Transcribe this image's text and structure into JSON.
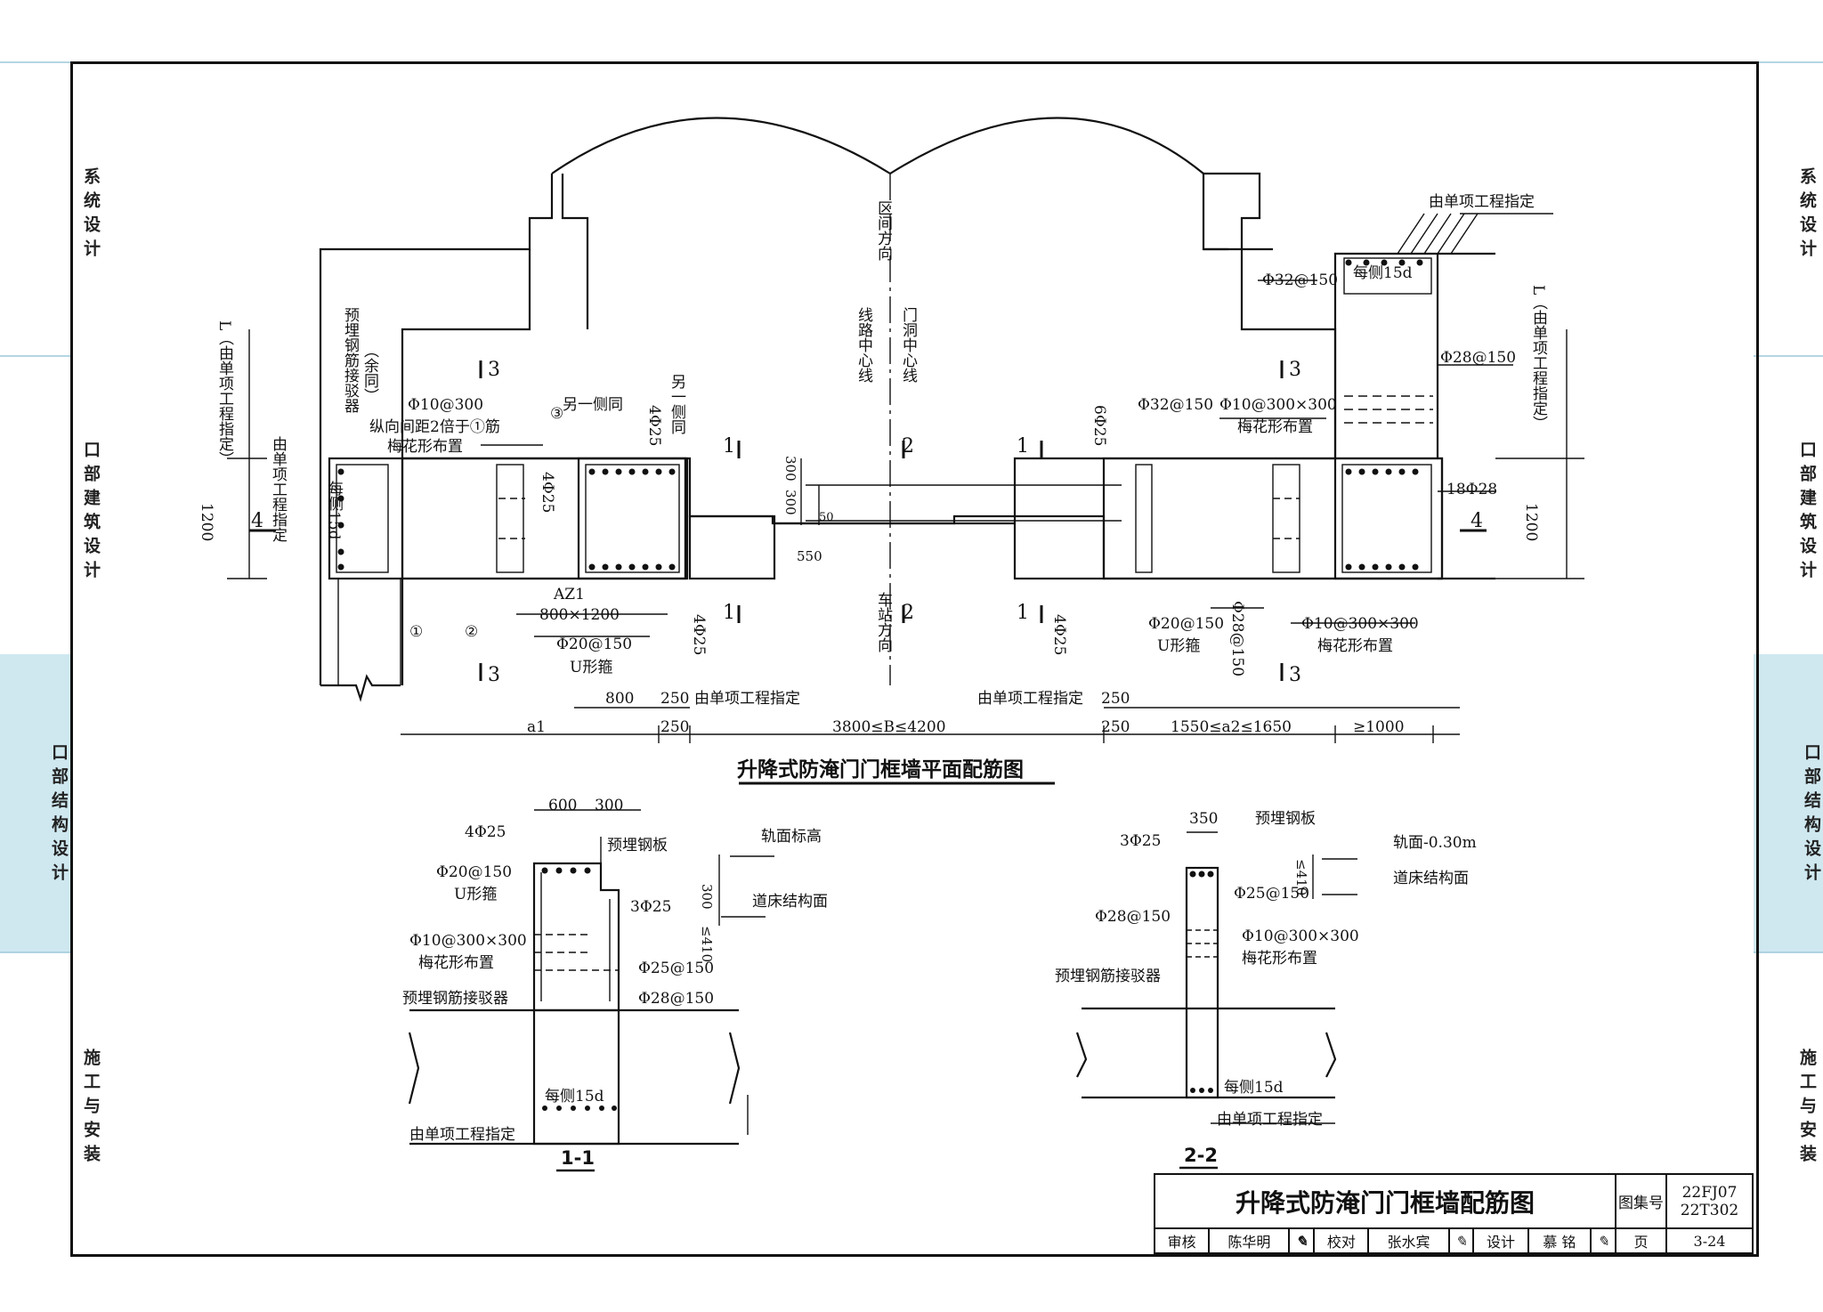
{
  "side_tabs_left": [
    "系统设计",
    "口部建筑设计",
    "口部结构设计",
    "施工与安装"
  ],
  "side_tabs_right": [
    "系统设计",
    "口部建筑设计",
    "口部结构设计",
    "施工与安装"
  ],
  "active_tab_index": 2,
  "colors": {
    "active_tab": "#cfe8f0",
    "line": "#111111"
  },
  "plan": {
    "title": "升降式防淹门门框墙平面配筋图",
    "labels": {
      "by_project_top": "由单项工程指定",
      "each_side_15d_top": "每侧15d",
      "bar_32_150_top": "Φ32@150",
      "bar_28_150_right": "Φ28@150",
      "bar_32_150": "Φ32@150",
      "bar_10_300_300_r": "Φ10@300×300",
      "plum_r": "梅花形布置",
      "n_6_25": "6Φ25",
      "n_18_28": "18Φ28",
      "dim_1200_r": "1200",
      "L_right": "L（由单项工程指定）",
      "L_left": "L（由单项工程指定）",
      "dim_1200_l": "1200",
      "by_project_left": "由单项工程指定",
      "each_side_15d_left": "每侧15d",
      "embed_coupler": "预埋钢筋接驳器",
      "same_below": "（余同）",
      "bar_10_300": "Φ10@300",
      "long_spacing": "纵向间距2倍于①筋",
      "plum_l": "梅花形布置",
      "circle3": "③",
      "other_side_same_a": "另一侧同",
      "other_side_same_b": "另一侧同",
      "n_4_25_a": "4Φ25",
      "n_4_25_b": "4Φ25",
      "dim_300_a": "300",
      "dim_300_b": "300",
      "dim_550": "550",
      "dim_50": "50",
      "AZ1": "AZ1",
      "AZ1_size": "800×1200",
      "bar_20_150_l": "Φ20@150",
      "U_hoop_l": "U形箍",
      "circle1": "①",
      "circle2": "②",
      "n_4_25_bl": "4Φ25",
      "n_4_25_br": "4Φ25",
      "bar_20_150_r": "Φ20@150",
      "U_hoop_r": "U形箍",
      "bar_28_150_b": "Φ28@150",
      "bar_10_300_300_b": "Φ10@300×300",
      "plum_b": "梅花形布置",
      "interval_dir": "区间方向",
      "station_dir": "车站方向",
      "door_center": "门洞中心线",
      "track_center": "线路中心线",
      "sec1": "1",
      "sec2": "2",
      "sec3": "3",
      "sec4": "4",
      "dim_800": "800",
      "dim_250_a": "250",
      "dim_250_b": "250",
      "dim_250_c": "250",
      "dim_250_d": "250",
      "by_project_d1": "由单项工程指定",
      "by_project_d2": "由单项工程指定",
      "a1": "a1",
      "B_range": "3800≤B≤4200",
      "a2_range": "1550≤a2≤1650",
      "ge1000": "≥1000"
    }
  },
  "section11": {
    "title": "1-1",
    "labels": {
      "dim_600": "600",
      "dim_300": "300",
      "n_4_25": "4Φ25",
      "embed_plate": "预埋钢板",
      "rail_level": "轨面标高",
      "dim_300v": "300",
      "dim_410": "≤410",
      "bed_surface": "道床结构面",
      "bar_20_150": "Φ20@150",
      "U_hoop": "U形箍",
      "n_3_25": "3Φ25",
      "bar_10_300_300": "Φ10@300×300",
      "plum": "梅花形布置",
      "bar_25_150": "Φ25@150",
      "embed_coupler": "预埋钢筋接驳器",
      "bar_28_150": "Φ28@150",
      "each_side_15d": "每侧15d",
      "by_project": "由单项工程指定"
    }
  },
  "section22": {
    "title": "2-2",
    "labels": {
      "dim_350": "350",
      "embed_plate": "预埋钢板",
      "n_3_25": "3Φ25",
      "rail": "轨面-0.30m",
      "dim_410": "≤410",
      "bed_surface": "道床结构面",
      "bar_25_150": "Φ25@150",
      "bar_28_150": "Φ28@150",
      "bar_10_300_300": "Φ10@300×300",
      "plum": "梅花形布置",
      "embed_coupler": "预埋钢筋接驳器",
      "each_side_15d": "每侧15d",
      "by_project": "由单项工程指定"
    }
  },
  "title_block": {
    "drawing_title": "升降式防淹门门框墙配筋图",
    "atlas_label": "图集号",
    "atlas_no_1": "22FJ07",
    "atlas_no_2": "22T302",
    "review": "审核",
    "reviewer": "陈华明",
    "check": "校对",
    "checker": "张水宾",
    "design": "设计",
    "designer": "慕 铭",
    "page_label": "页",
    "page_no": "3-24"
  }
}
